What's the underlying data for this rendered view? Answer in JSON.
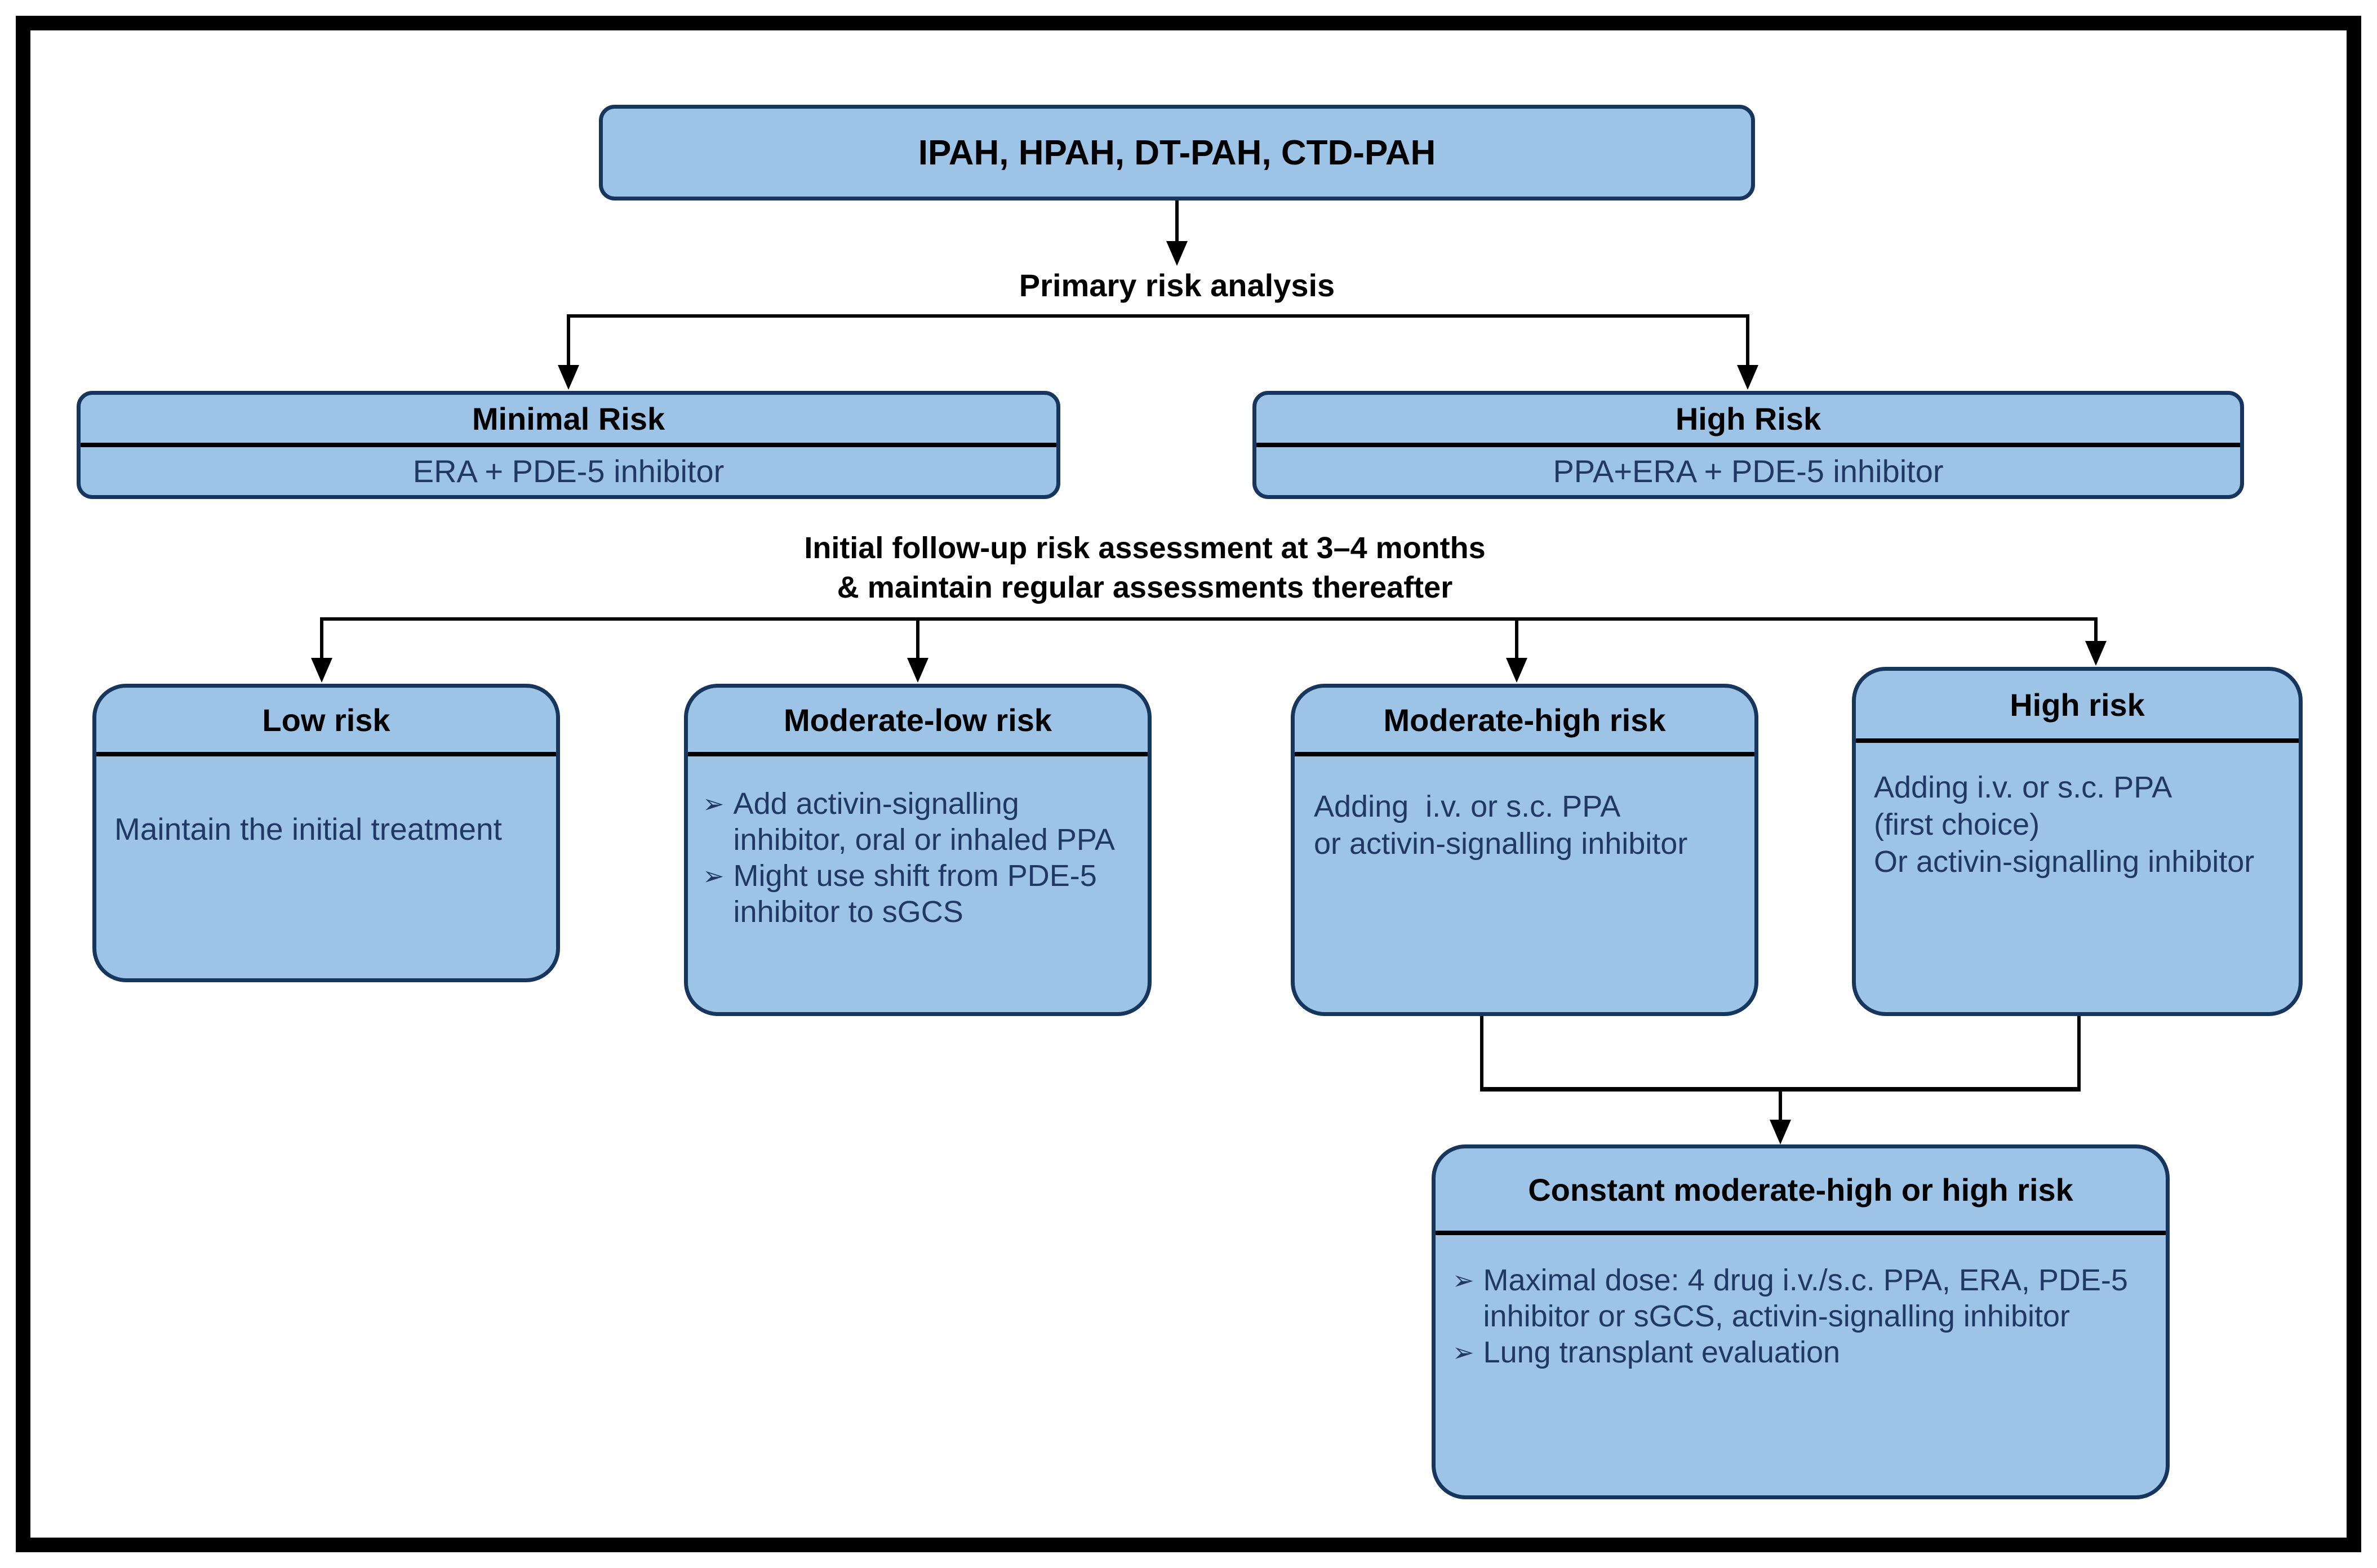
{
  "bullet_char": "➢",
  "colors": {
    "box_fill": "#9DC3E6",
    "box_border": "#17365D",
    "content_text": "#1F3864",
    "line": "#000000"
  },
  "root": {
    "title": "IPAH, HPAH, DT-PAH, CTD-PAH"
  },
  "labels": {
    "primary": "Primary risk analysis",
    "followup_line1": "Initial follow-up risk assessment at 3–4 months",
    "followup_line2": "& maintain regular assessments thereafter"
  },
  "risk_row": {
    "minimal": {
      "title": "Minimal Risk",
      "treatment": "ERA + PDE-5 inhibitor"
    },
    "high": {
      "title": "High Risk",
      "treatment": "PPA+ERA + PDE-5 inhibitor"
    }
  },
  "assessment_row": {
    "low": {
      "title": "Low risk",
      "lines": [
        "Maintain the initial treatment"
      ]
    },
    "moderate_low": {
      "title": "Moderate-low risk",
      "bullets": [
        "Add activin-signalling inhibitor, oral or inhaled PPA",
        "Might use shift from PDE-5 inhibitor to sGCS"
      ]
    },
    "moderate_high": {
      "title": "Moderate-high risk",
      "lines": [
        "Adding  i.v. or s.c. PPA",
        "or activin-signalling inhibitor"
      ]
    },
    "high": {
      "title": "High risk",
      "lines": [
        "Adding i.v. or s.c. PPA",
        "(first choice)",
        "Or activin-signalling inhibitor"
      ]
    }
  },
  "constant_box": {
    "title": "Constant moderate-high or high risk",
    "bullets": [
      "Maximal dose: 4 drug i.v./s.c. PPA, ERA, PDE-5 inhibitor or sGCS, activin-signalling inhibitor",
      "Lung transplant evaluation"
    ]
  }
}
